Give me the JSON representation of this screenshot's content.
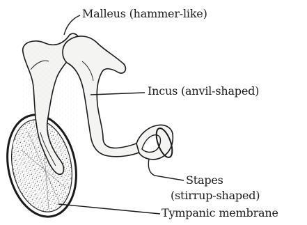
{
  "labels": {
    "malleus": "Malleus (hammer-like)",
    "incus": "Incus (anvil-shaped)",
    "stapes_line1": "Stapes",
    "stapes_line2": "(stirrup-shaped)",
    "tympanic": "Tympanic membrane"
  },
  "colors": {
    "ink": "#1a1a1a",
    "bone_fill": "#f4f4f2"
  }
}
